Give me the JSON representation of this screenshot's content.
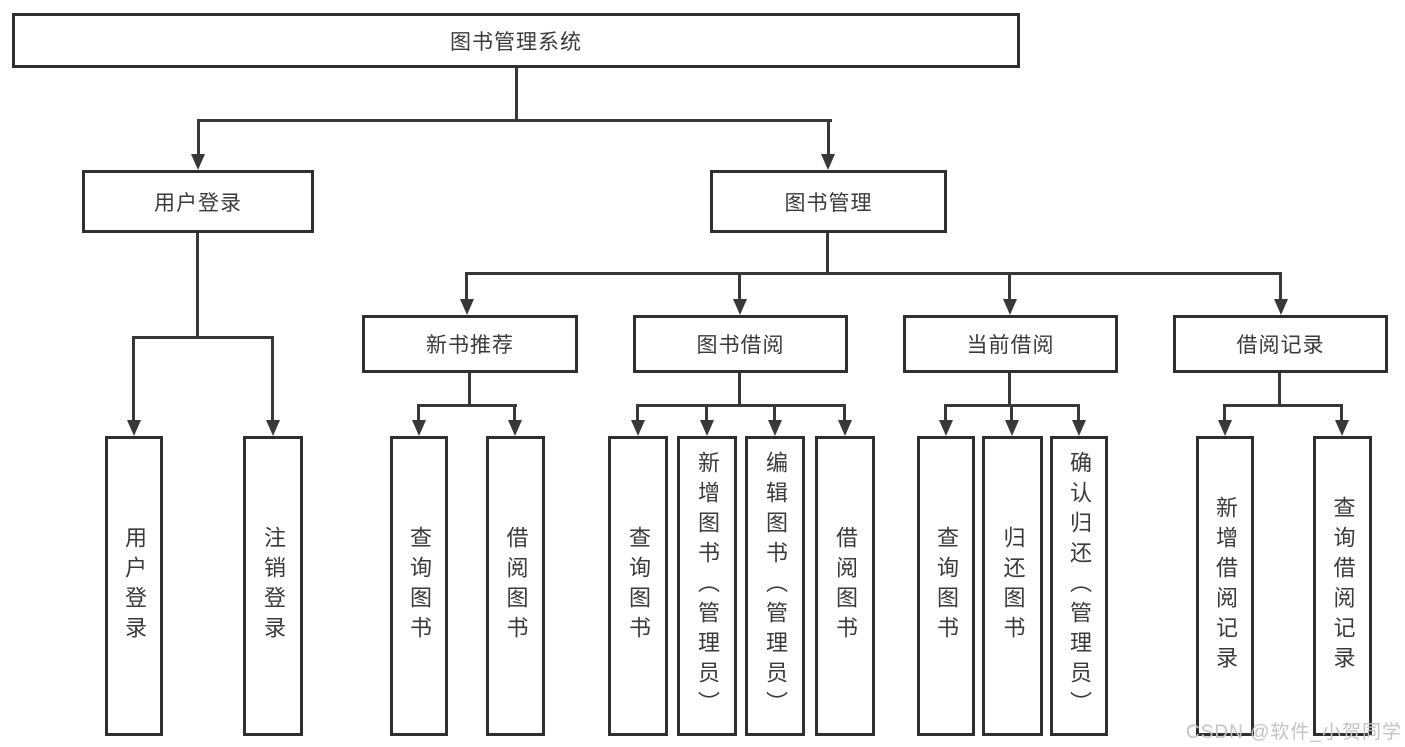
{
  "nodes": {
    "root": "图书管理系统",
    "level2": {
      "user_login": "用户登录",
      "book_mgmt": "图书管理"
    },
    "level3": {
      "new_book": "新书推荐",
      "book_borrow": "图书借阅",
      "current_borrow": "当前借阅",
      "borrow_record": "借阅记录"
    },
    "leaves": {
      "user_login": [
        "用户登录",
        "注销登录"
      ],
      "new_book": [
        "查询图书",
        "借阅图书"
      ],
      "book_borrow": [
        "查询图书",
        "新增图书（管理员）",
        "编辑图书（管理员）",
        "借阅图书"
      ],
      "current_borrow": [
        "查询图书",
        "归还图书",
        "确认归还（管理员）"
      ],
      "borrow_record": [
        "新增借阅记录",
        "查询借阅记录"
      ]
    }
  },
  "watermark": "CSDN @软件_小贺同学",
  "colors": {
    "border": "#2f2f2f",
    "line": "#383838",
    "text": "#3a3a3a",
    "watermark": "#c6c2c2",
    "background": "#ffffff"
  }
}
